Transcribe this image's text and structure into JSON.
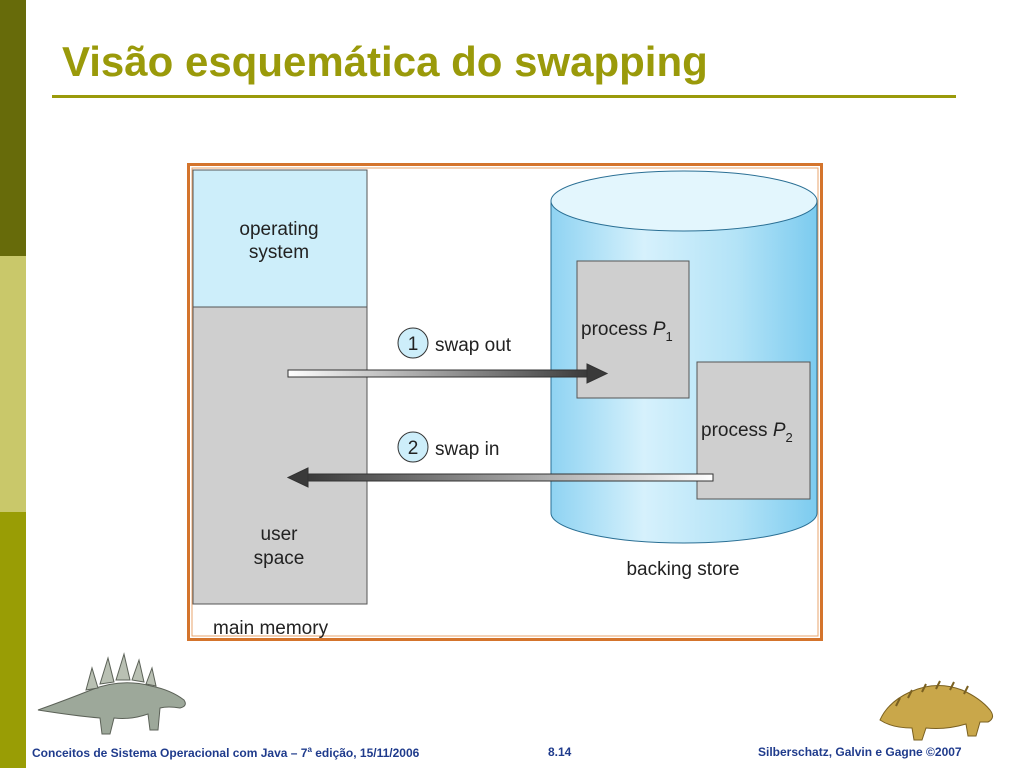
{
  "slide": {
    "title": "Visão esquemática do swapping"
  },
  "diagram": {
    "os_label_line1": "operating",
    "os_label_line2": "system",
    "user_label_line1": "user",
    "user_label_line2": "space",
    "main_memory_label": "main memory",
    "backing_store_label": "backing store",
    "process1_text": "process ",
    "process1_var": "P",
    "process1_sub": "1",
    "process2_text": "process ",
    "process2_var": "P",
    "process2_sub": "2",
    "step1_number": "1",
    "step1_label": "swap out",
    "step2_number": "2",
    "step2_label": "swap in"
  },
  "footer": {
    "left_prefix": "Conceitos de Sistema Operacional com Java – 7",
    "left_sup": "a",
    "left_suffix": " edição, 15/11/2006",
    "page_number": "8.14",
    "right": "Silberschatz, Galvin e Gagne ©2007"
  },
  "colors": {
    "title": "#9a9a0a",
    "footer_text": "#1f3b8c",
    "os_fill": "#cdeefa",
    "user_fill": "#cfcfcf",
    "frame": "#d4742c"
  }
}
